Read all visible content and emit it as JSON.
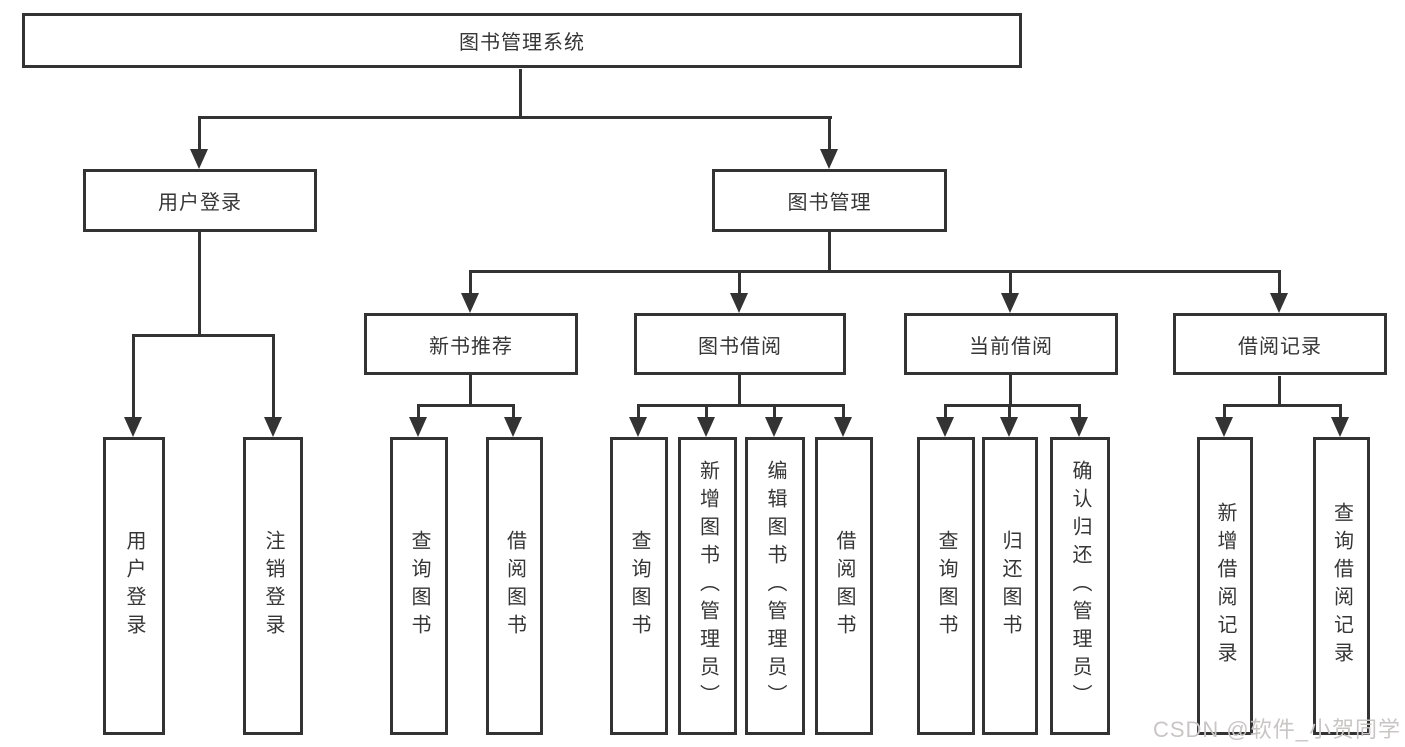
{
  "tree": {
    "label": "图书管理系统",
    "children": [
      {
        "label": "用户登录",
        "children": [
          {
            "label": "用户登录"
          },
          {
            "label": "注销登录"
          }
        ]
      },
      {
        "label": "图书管理",
        "children": [
          {
            "label": "新书推荐",
            "children": [
              {
                "label": "查询图书"
              },
              {
                "label": "借阅图书"
              }
            ]
          },
          {
            "label": "图书借阅",
            "children": [
              {
                "label": "查询图书"
              },
              {
                "label": "新增图书（管理员）"
              },
              {
                "label": "编辑图书（管理员）"
              },
              {
                "label": "借阅图书"
              }
            ]
          },
          {
            "label": "当前借阅",
            "children": [
              {
                "label": "查询图书"
              },
              {
                "label": "归还图书"
              },
              {
                "label": "确认归还（管理员）"
              }
            ]
          },
          {
            "label": "借阅记录",
            "children": [
              {
                "label": "新增借阅记录"
              },
              {
                "label": "查询借阅记录"
              }
            ]
          }
        ]
      }
    ]
  },
  "watermark": {
    "text": "CSDN @软件_小贺同学"
  },
  "colors": {
    "line": "#333333",
    "box_background": "#ffffff",
    "watermark": "#c9c5c5",
    "background": "#ffffff"
  }
}
